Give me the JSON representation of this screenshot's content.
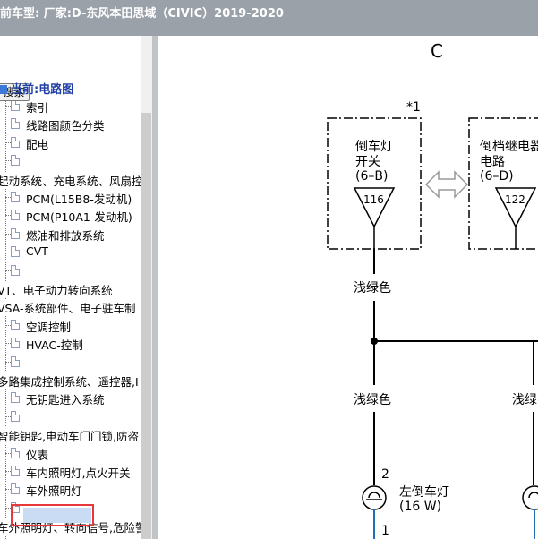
{
  "window": {
    "title": "前车型:  厂家:D-东风本田思域（CIVIC）2019-2020",
    "hint": "▫"
  },
  "sidebar": {
    "search_label": "搜索",
    "current_label": "当前:电路图",
    "items": [
      {
        "label": "索引",
        "type": "doc"
      },
      {
        "label": "线路图颜色分类",
        "type": "doc"
      },
      {
        "label": "配电",
        "type": "doc"
      },
      {
        "label": "",
        "type": "doc"
      },
      {
        "label": "起动系统、充电系统、风扇控",
        "type": "section"
      },
      {
        "label": "PCM(L15B8-发动机)",
        "type": "doc"
      },
      {
        "label": "PCM(P10A1-发动机)",
        "type": "doc"
      },
      {
        "label": "燃油和排放系统",
        "type": "doc"
      },
      {
        "label": "CVT",
        "type": "doc"
      },
      {
        "label": "",
        "type": "doc"
      },
      {
        "label": "VT、电子动力转向系统",
        "type": "section"
      },
      {
        "label": "VSA-系统部件、电子驻车制",
        "type": "section"
      },
      {
        "label": "空调控制",
        "type": "doc"
      },
      {
        "label": "HVAC-控制",
        "type": "doc"
      },
      {
        "label": "",
        "type": "doc"
      },
      {
        "label": "多路集成控制系统、遥控器,I",
        "type": "section"
      },
      {
        "label": "无钥匙进入系统",
        "type": "doc"
      },
      {
        "label": "",
        "type": "doc"
      },
      {
        "label": "智能钥匙,电动车门门锁,防盗",
        "type": "section"
      },
      {
        "label": "仪表",
        "type": "doc"
      },
      {
        "label": "车内照明灯,点火开关",
        "type": "doc"
      },
      {
        "label": "车外照明灯",
        "type": "doc"
      },
      {
        "label": "",
        "type": "doc"
      },
      {
        "label": "车外照明灯、转向信号,危险警",
        "type": "section"
      },
      {
        "label": "",
        "type": "doc"
      }
    ]
  },
  "diagram": {
    "connector_title": "C",
    "note_ref": "*1",
    "switch_label_1": "倒车灯",
    "switch_label_2": "开关",
    "switch_label_3": "(6–B)",
    "switch_pin": "116",
    "relay_label_1": "倒档继电器",
    "relay_label_2": "电路",
    "relay_label_3": "(6–D)",
    "relay_pin": "122",
    "wire_color_1": "浅绿色",
    "wire_color_2": "浅绿色",
    "wire_color_3": "浅绿",
    "lamp_label_1": "左倒车灯",
    "lamp_label_2": "(16 W)",
    "lamp_pin_top": "2",
    "lamp_pin_bottom": "1"
  }
}
